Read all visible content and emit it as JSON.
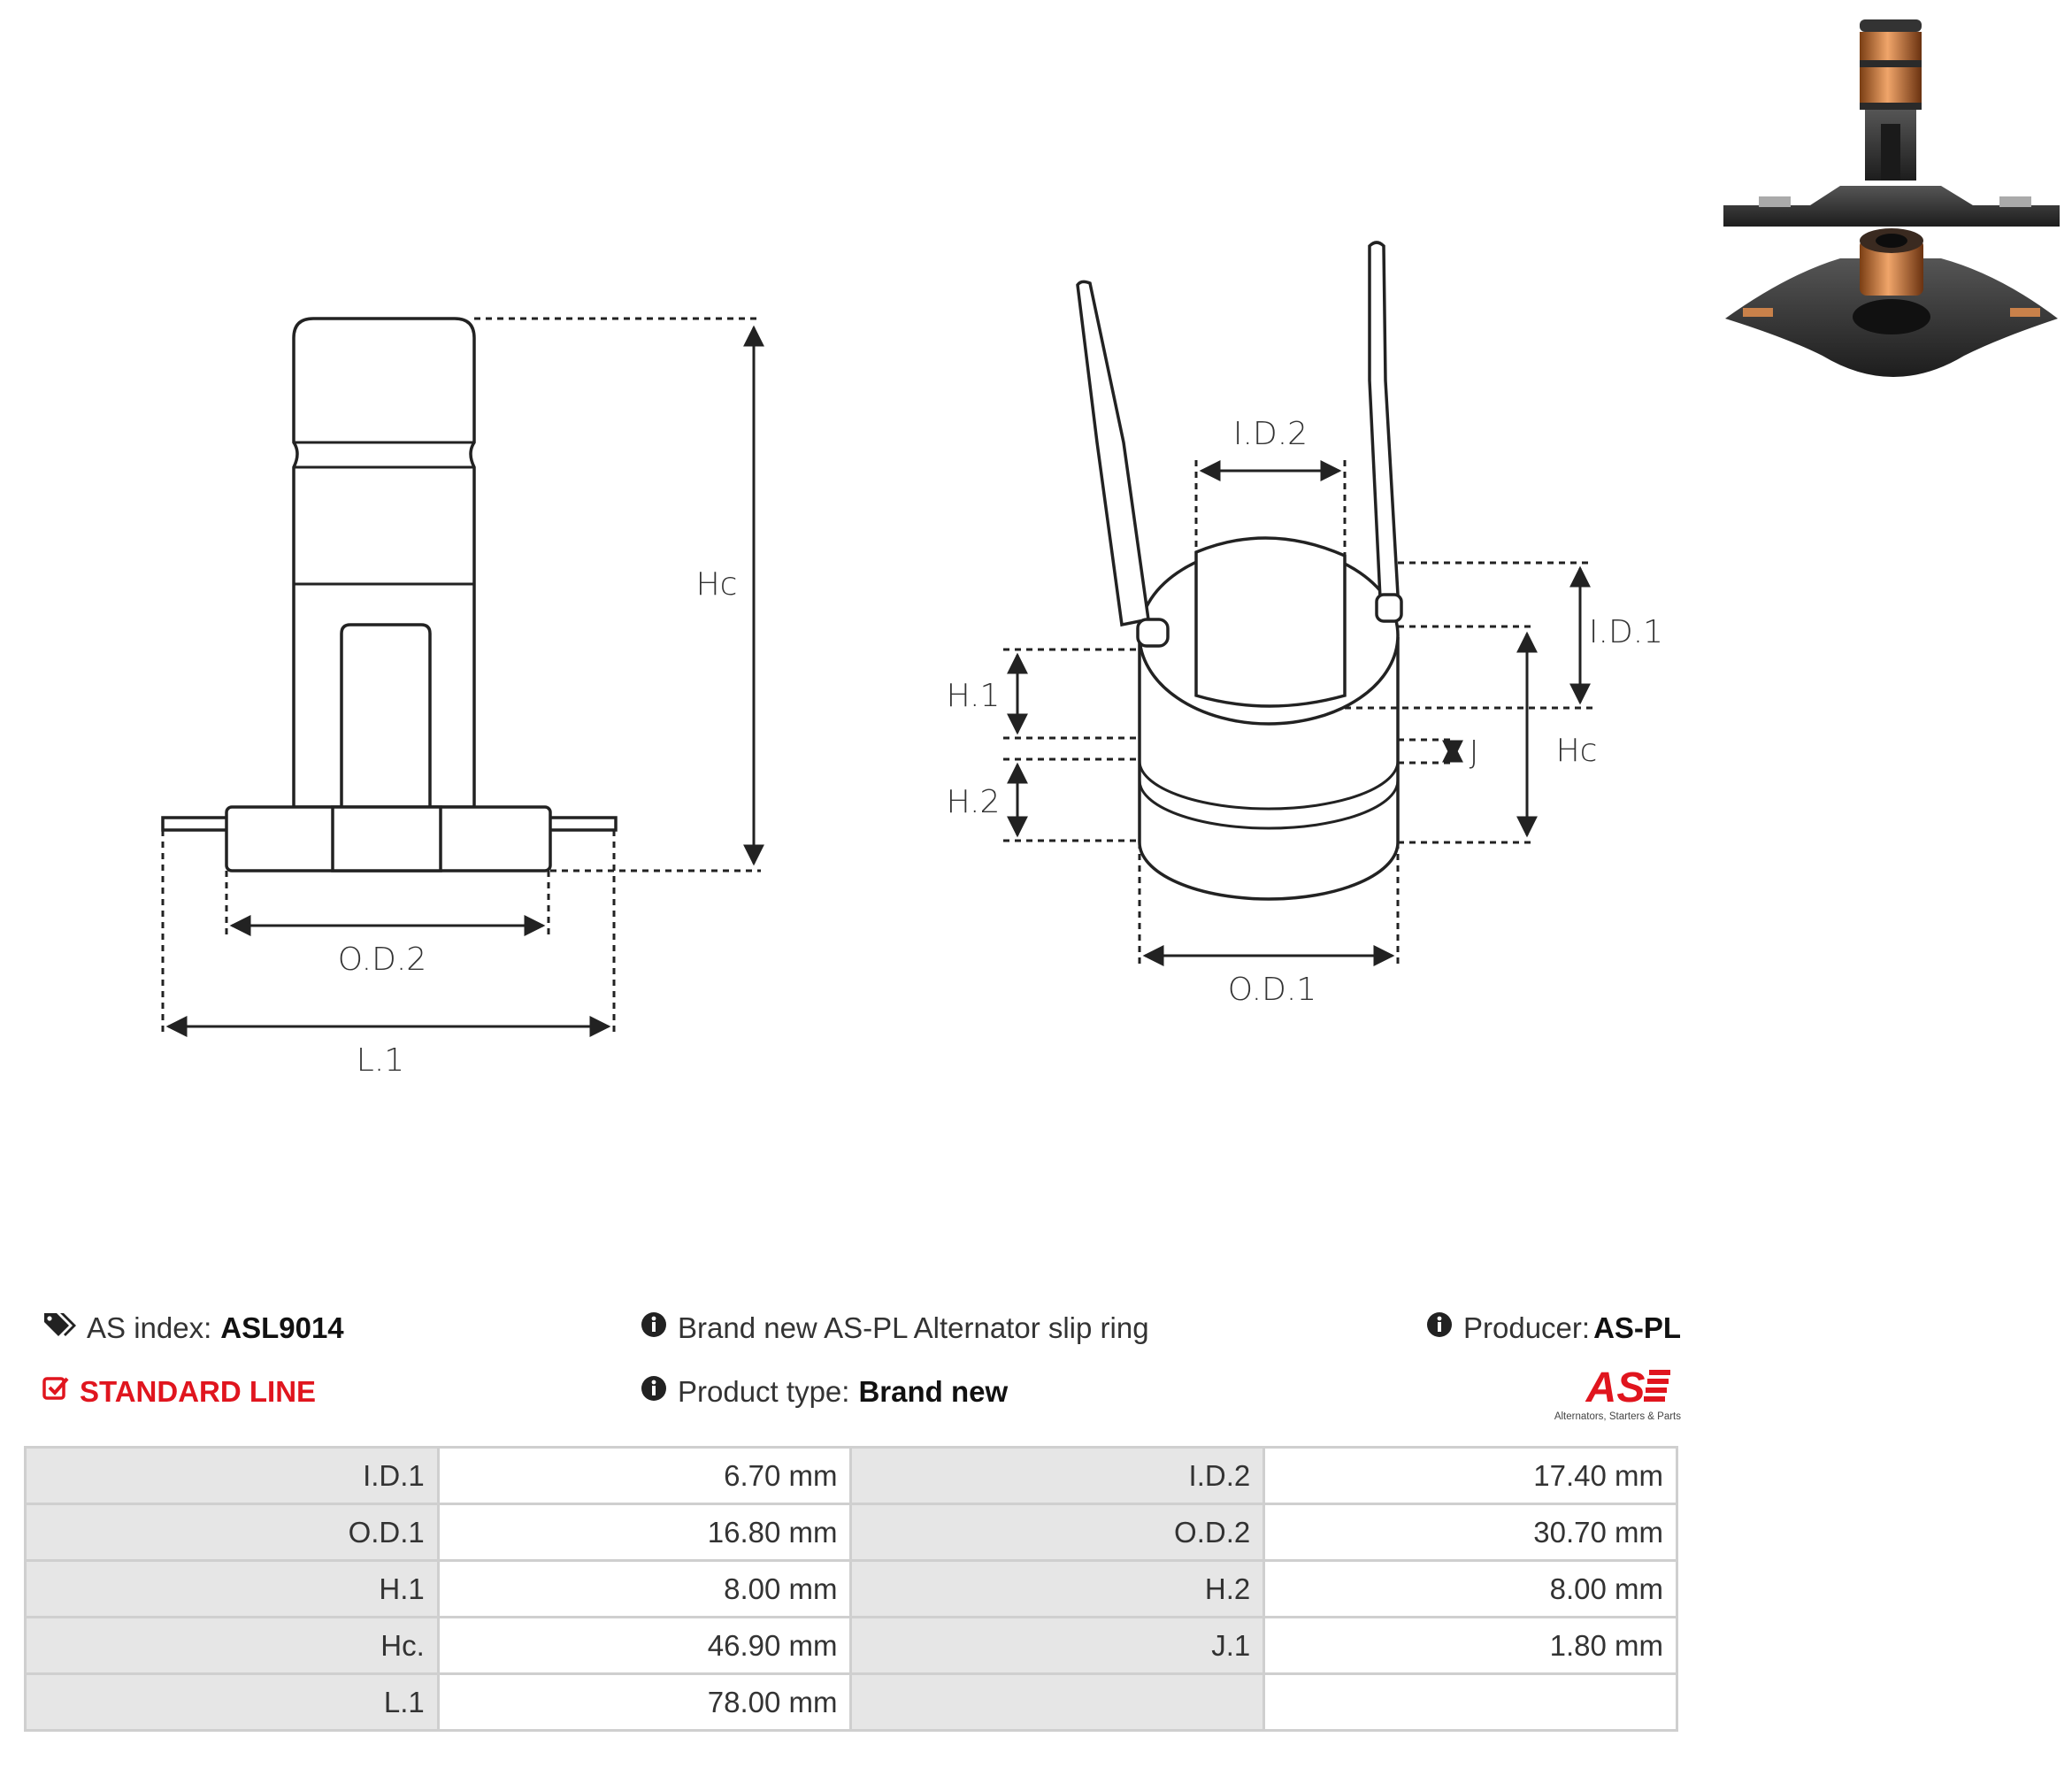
{
  "drawing": {
    "labels": {
      "hc_left": "Hc",
      "od2": "O.D.2",
      "l1": "L.1",
      "id2": "I.D.2",
      "id1": "I.D.1",
      "h1": "H.1",
      "j": "J",
      "hc_right": "Hc",
      "h2": "H.2",
      "od1": "O.D.1"
    }
  },
  "info": {
    "index_label": "AS index:",
    "index_value": "ASL9014",
    "line_label": "STANDARD LINE",
    "description": "Brand new AS-PL Alternator slip ring",
    "type_label": "Product type:",
    "type_value": "Brand new",
    "producer_label": "Producer:",
    "producer_value": "AS-PL"
  },
  "logo": {
    "mark": "AS",
    "tagline": "Alternators, Starters & Parts",
    "color": "#e0151e"
  },
  "specs": [
    {
      "k1": "I.D.1",
      "v1": "6.70 mm",
      "k2": "I.D.2",
      "v2": "17.40 mm"
    },
    {
      "k1": "O.D.1",
      "v1": "16.80 mm",
      "k2": "O.D.2",
      "v2": "30.70 mm"
    },
    {
      "k1": "H.1",
      "v1": "8.00 mm",
      "k2": "H.2",
      "v2": "8.00 mm"
    },
    {
      "k1": "Hc.",
      "v1": "46.90 mm",
      "k2": "J.1",
      "v2": "1.80 mm"
    },
    {
      "k1": "L.1",
      "v1": "78.00 mm",
      "k2": "",
      "v2": ""
    }
  ],
  "icons": {
    "tag": "tags-icon",
    "check": "check-square-icon",
    "info": "info-circle-icon"
  }
}
